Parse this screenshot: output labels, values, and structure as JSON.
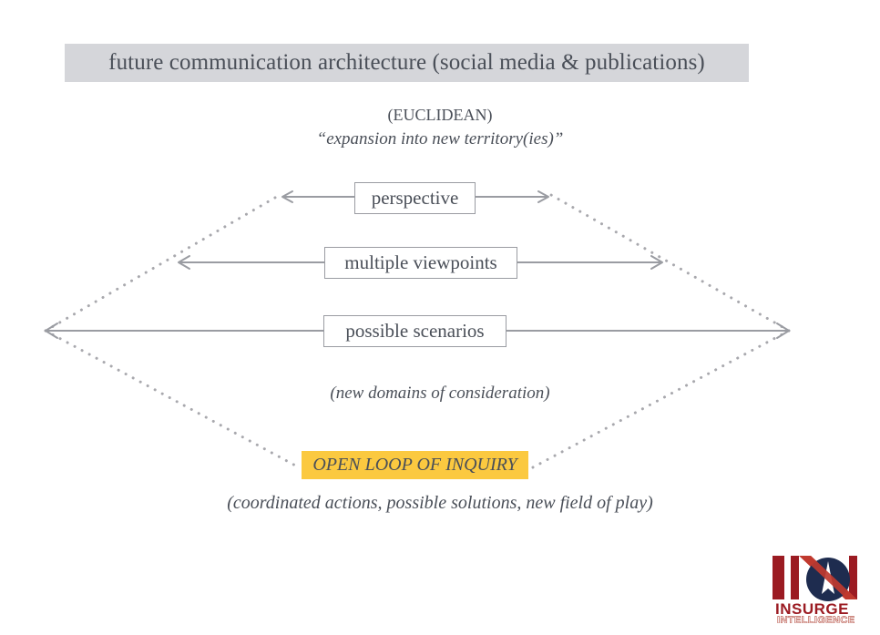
{
  "slide": {
    "title": "future communication architecture (social media & publications)",
    "title_band_color": "#d5d6da",
    "background_color": "#ffffff",
    "text_color": "#4a4f58"
  },
  "subtitle": {
    "line_1": "(EUCLIDEAN)",
    "line_2": "“expansion into new territory(ies)”"
  },
  "nodes": [
    {
      "id": "perspective",
      "label": "perspective",
      "arrow_span": "narrow",
      "border_color": "#9a9ca2"
    },
    {
      "id": "multiple-viewpoints",
      "label": "multiple viewpoints",
      "arrow_span": "medium",
      "border_color": "#9a9ca2"
    },
    {
      "id": "possible-scenarios",
      "label": "possible scenarios",
      "arrow_span": "wide",
      "border_color": "#9a9ca2"
    }
  ],
  "captions": {
    "middle": "(new domains of consideration)",
    "bottom": "(coordinated actions, possible solutions, new field of play)"
  },
  "highlight": {
    "label": "OPEN LOOP OF INQUIRY",
    "background_color": "#fbc940"
  },
  "connectors": {
    "style": "dotted",
    "color": "#a8a8ad",
    "arrow_color": "#9a9ca2",
    "shape": "diamond"
  },
  "logo": {
    "primary_text": "INSURGE",
    "secondary_text": "INTELLIGENCE",
    "mark_color": "#9b1b22",
    "accent_color": "#c0392f",
    "globe_color": "#1e2c4f"
  }
}
